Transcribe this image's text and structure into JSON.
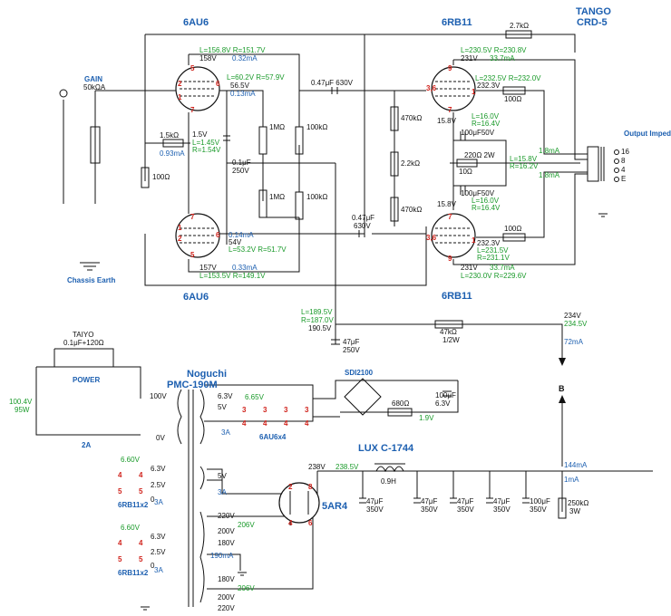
{
  "tubes": {
    "t6au6_top": "6AU6",
    "t6au6_bottom": "6AU6",
    "t6rb11_top": "6RB11",
    "t6rb11_bottom": "6RB11",
    "rect": "5AR4"
  },
  "output_transformer": {
    "brand": "TANGO",
    "model": "CRD-5",
    "impedance_label": "Output Impedance",
    "tap16": "16",
    "tap8": "8",
    "tap4": "4",
    "tapE": "E"
  },
  "power_transformer": {
    "brand": "Noguchi",
    "model": "PMC-190M"
  },
  "choke": {
    "name": "LUX C-1744",
    "value": "0.9H"
  },
  "input": {
    "gain_label": "GAIN",
    "pot": "50kΩA",
    "chassis": "Chassis Earth"
  },
  "readings": {
    "v1_plate": "L=156.8V  R=151.7V",
    "v1_plate_v": "158V",
    "v1_plate_i": "0.32mA",
    "v1_screen": "L=60.2V  R=57.9V",
    "v1_screen_v": "56.5V",
    "v1_screen_i": "0.13mA",
    "v1_k_v": "1.5V",
    "v1_k_l": "L=1.45V",
    "v1_k_r": "R=1.54V",
    "v1_k_i": "0.93mA",
    "v2_screen_i": "0.14mA",
    "v2_screen_v": "54V",
    "v2_screen": "L=53.2V  R=51.7V",
    "v2_plate_v": "157V",
    "v2_plate_i": "0.33mA",
    "v2_plate": "L=153.5V  R=149.1V",
    "o1_plate": "L=230.5V  R=230.8V",
    "o1_plate_v": "231V",
    "o1_plate_i": "33.7mA",
    "o1_g2": "L=232.5V  R=232.0V",
    "o1_g2_v": "232.3V",
    "o1_k_v": "15.8V",
    "o1_k_l": "L=16.0V",
    "o1_k_r": "R=16.4V",
    "k_mid_l": "L=15.8V",
    "k_mid_r": "R=16.2V",
    "o2_k_v": "15.8V",
    "o2_k_l": "L=16.0V",
    "o2_k_r": "R=16.4V",
    "o2_g2_v": "232.3V",
    "o2_g2_l": "L=231.5V",
    "o2_g2_r": "R=231.1V",
    "o2_plate_v": "231V",
    "o2_plate_i": "33.7mA",
    "o2_plate": "L=230.0V  R=229.6V",
    "i_ot1": "1.8mA",
    "i_ot2": "1.8mA",
    "b_l": "L=189.5V",
    "b_r": "R=187.0V",
    "b_v": "190.5V",
    "b2_v": "234V",
    "b2_v2": "234.5V",
    "b2_i": "72mA",
    "heater": "6.65V",
    "heater_dc": "1.9V",
    "mains_v": "100.4V",
    "mains_w": "95W",
    "h1_v": "6.60V",
    "h2_v": "6.60V",
    "rect_out": "238.5V",
    "rect_ac": "206V",
    "rect_ac2": "206V",
    "bias_i": "190mA",
    "final_i": "144mA",
    "bleed_i": "1mA"
  },
  "components": {
    "c_coupling1": "0.47μF 630V",
    "c_coupling2": "0.47μF",
    "c_coupling2_v": "630V",
    "r_1k5": "1.5kΩ",
    "r_100": "100Ω",
    "c_01": "0.1μF",
    "c_01_v": "250V",
    "r_1m_a": "1MΩ",
    "r_1m_b": "1MΩ",
    "r_100k_a": "100kΩ",
    "r_100k_b": "100kΩ",
    "r_470k_a": "470kΩ",
    "r_22k": "2.2kΩ",
    "r_470k_b": "470kΩ",
    "r_27k": "2.7kΩ",
    "r_g2a": "100Ω",
    "r_g2b": "100Ω",
    "c_100u_a": "100μF50V",
    "r_220": "220Ω 2W",
    "r_10": "10Ω",
    "c_100u_b": "100μF50V",
    "c_b47": "47μF",
    "c_b47_v": "250V",
    "r_47k": "47kΩ",
    "r_47k_w": "1/2W",
    "taiyo": "TAIYO",
    "taiyo_v": "0.1μF+120Ω",
    "power": "POWER",
    "fuse": "2A",
    "pt_100v": "100V",
    "pt_0v": "0V",
    "pt_63v": "6.3V",
    "pt_5v": "5V",
    "pt_3a": "3A",
    "heater_label": "6AU6x4",
    "bridge": "SDI2100",
    "r_680": "680Ω",
    "c_h100": "100μF",
    "c_h63": "6.3V",
    "h1_63": "6.3V",
    "h1_25": "2.5V",
    "h1_0": "0",
    "h1_3a": "3A",
    "h1_label": "6RB11x2",
    "h2_63": "6.3V",
    "h2_25": "2.5V",
    "h2_0": "0",
    "h2_3a": "3A",
    "h2_label": "6RB11x2",
    "r_5v": "5V",
    "r_3a": "3A",
    "b_220a": "220V",
    "b_200a": "200V",
    "b_180a": "180V",
    "b_180b": "180V",
    "b_200b": "200V",
    "b_220b": "220V",
    "rect_238": "238V",
    "cf1": "47μF",
    "cf1v": "350V",
    "cf2": "47μF",
    "cf2v": "350V",
    "cf3": "47μF",
    "cf3v": "350V",
    "cf4": "47μF",
    "cf4v": "350V",
    "cf5": "100μF",
    "cf5v": "350V",
    "r_250k": "250kΩ",
    "r_250k_w": "3W",
    "node_b": "B"
  },
  "pins": {
    "p5": "5",
    "p2": "2",
    "p6": "6",
    "p1": "1",
    "p7": "7",
    "q1": "1",
    "q2": "2",
    "q6": "6",
    "q5": "5",
    "q7": "7",
    "o9": "9",
    "o36": "3,6",
    "o1": "1",
    "o7": "7",
    "u7": "7",
    "u36": "3,6",
    "u1": "1",
    "u9": "9",
    "h3a": "3",
    "h3b": "3",
    "h3c": "3",
    "h3d": "3",
    "h4a": "4",
    "h4b": "4",
    "h4c": "4",
    "h4d": "4",
    "r2": "2",
    "r8": "8",
    "r4": "4",
    "r6": "6",
    "a4a": "4",
    "a4b": "4",
    "a5a": "5",
    "a5b": "5",
    "b4a": "4",
    "b4b": "4",
    "b5a": "5",
    "b5b": "5"
  }
}
